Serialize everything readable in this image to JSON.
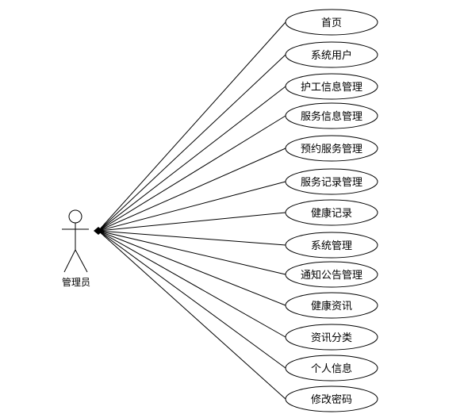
{
  "actor": {
    "label": "管理员"
  },
  "use_cases": [
    {
      "label": "首页"
    },
    {
      "label": "系统用户"
    },
    {
      "label": "护工信息管理"
    },
    {
      "label": "服务信息管理"
    },
    {
      "label": "预约服务管理"
    },
    {
      "label": "服务记录管理"
    },
    {
      "label": "健康记录"
    },
    {
      "label": "系统管理"
    },
    {
      "label": "通知公告管理"
    },
    {
      "label": "健康资讯"
    },
    {
      "label": "资讯分类"
    },
    {
      "label": "个人信息"
    },
    {
      "label": "修改密码"
    }
  ]
}
